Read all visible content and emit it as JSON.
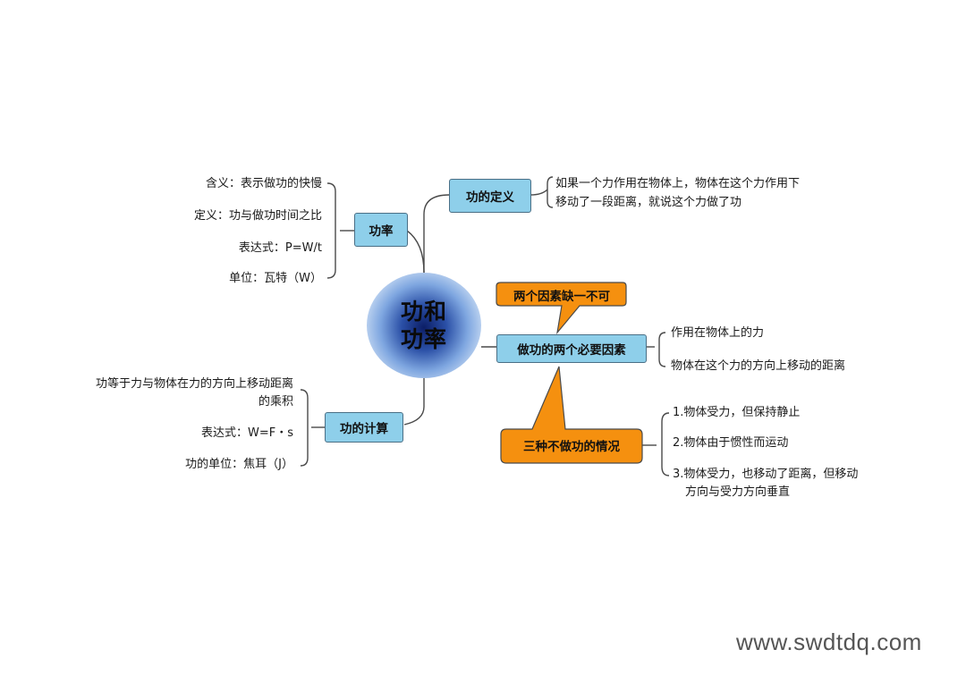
{
  "center": {
    "line1": "功和",
    "line2": "功率"
  },
  "branches": {
    "power": {
      "label": "功率",
      "leaves": [
        "含义：表示做功的快慢",
        "定义：功与做功时间之比",
        "表达式：P=W/t",
        "单位：瓦特（W）"
      ]
    },
    "definition": {
      "label": "功的定义",
      "text_line1": "如果一个力作用在物体上，物体在这个力作用下",
      "text_line2": "移动了一段距离，就说这个力做了功"
    },
    "factors": {
      "label": "做功的两个必要因素",
      "callout": "两个因素缺一不可",
      "leaves": [
        "作用在物体上的力",
        "物体在这个力的方向上移动的距离"
      ]
    },
    "no_work": {
      "label": "三种不做功的情况",
      "leaves": [
        "1.物体受力，但保持静止",
        "2.物体由于惯性而运动",
        "3.物体受力，也移动了距离，但移动",
        "方向与受力方向垂直"
      ]
    },
    "calculation": {
      "label": "功的计算",
      "leaves": [
        "功等于力与物体在力的方向上移动距离",
        "的乘积",
        "表达式：W=F・s",
        "功的单位：焦耳（J）"
      ]
    }
  },
  "colors": {
    "topic_fill": "#8ecfea",
    "callout_fill": "#f5900f",
    "line": "#4a4a4a"
  },
  "watermark": "www.swdtdq.com"
}
